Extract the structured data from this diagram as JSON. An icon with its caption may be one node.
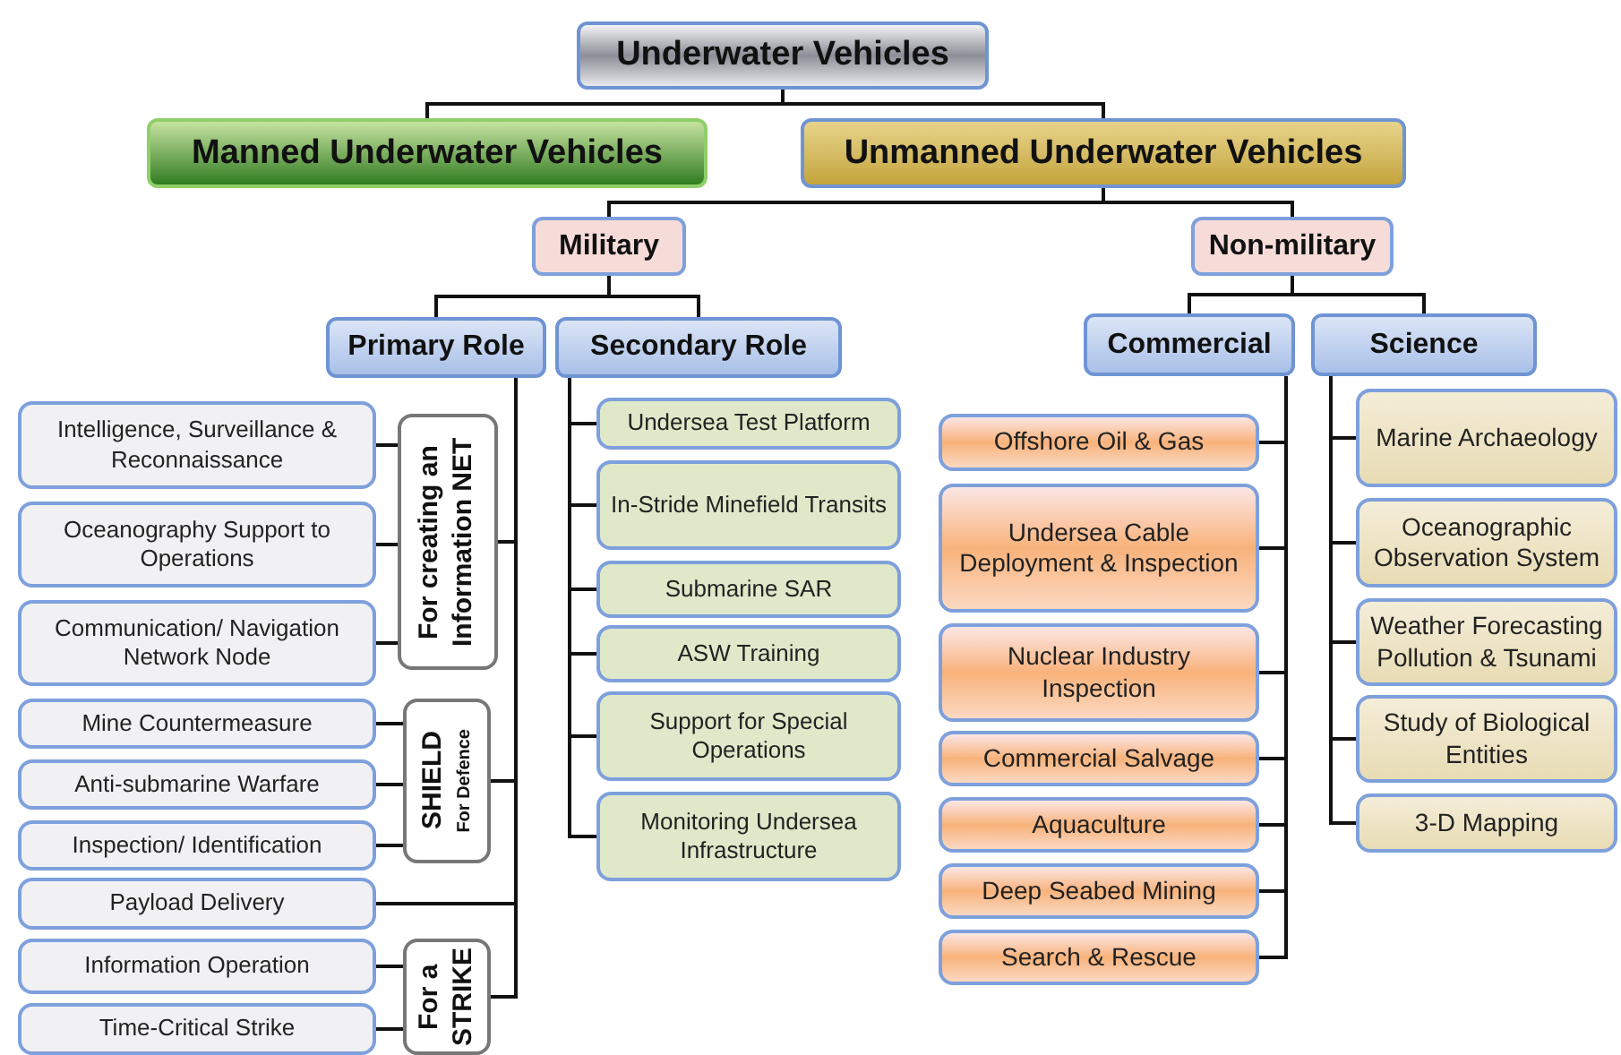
{
  "diagram": {
    "nodes": [
      {
        "text": [
          "Underwater Vehicles"
        ]
      },
      {
        "text": [
          "Manned Underwater Vehicles"
        ]
      },
      {
        "text": [
          "Unmanned Underwater Vehicles"
        ]
      },
      {
        "text": [
          "Military"
        ]
      },
      {
        "text": [
          "Non-military"
        ]
      },
      {
        "text": [
          "Primary Role"
        ]
      },
      {
        "text": [
          "Secondary Role"
        ]
      },
      {
        "text": [
          "Commercial"
        ]
      },
      {
        "text": [
          "Science"
        ]
      },
      {
        "text": [
          "Intelligence, Surveillance & Reconnaissance"
        ]
      },
      {
        "text": [
          "Oceanography Support to Operations"
        ]
      },
      {
        "text": [
          "Communication/ Navigation Network Node"
        ]
      },
      {
        "text": [
          "For creating an Information NET"
        ]
      },
      {
        "text": [
          "Mine Countermeasure"
        ]
      },
      {
        "text": [
          "Anti-submarine Warfare"
        ]
      },
      {
        "text": [
          "Inspection/ Identification"
        ]
      },
      {
        "text": [
          "For Defence",
          "SHIELD"
        ]
      },
      {
        "text": [
          "Payload Delivery"
        ]
      },
      {
        "text": [
          "Information Operation"
        ]
      },
      {
        "text": [
          "Time-Critical Strike"
        ]
      },
      {
        "text": [
          "For a STRIKE"
        ]
      },
      {
        "text": [
          "Undersea Test Platform"
        ]
      },
      {
        "text": [
          "In-Stride Minefield Transits"
        ]
      },
      {
        "text": [
          "Submarine SAR"
        ]
      },
      {
        "text": [
          "ASW Training"
        ]
      },
      {
        "text": [
          "Support for Special Operations"
        ]
      },
      {
        "text": [
          "Monitoring Undersea Infrastructure"
        ]
      },
      {
        "text": [
          "Offshore Oil & Gas"
        ]
      },
      {
        "text": [
          "Undersea Cable Deployment & Inspection"
        ]
      },
      {
        "text": [
          "Nuclear Industry Inspection"
        ]
      },
      {
        "text": [
          "Commercial Salvage"
        ]
      },
      {
        "text": [
          "Aquaculture"
        ]
      },
      {
        "text": [
          "Deep Seabed Mining"
        ]
      },
      {
        "text": [
          "Search & Rescue"
        ]
      },
      {
        "text": [
          "Marine Archaeology"
        ]
      },
      {
        "text": [
          "Oceanographic Observation System"
        ]
      },
      {
        "text": [
          "Weather Forecasting Pollution & Tsunami"
        ]
      },
      {
        "text": [
          "Study of Biological Entities"
        ]
      },
      {
        "text": [
          "3-D Mapping"
        ]
      }
    ],
    "edges": [
      {
        "from": 0,
        "to": 1,
        "arrow": "none"
      },
      {
        "from": 0,
        "to": 2,
        "arrow": "none"
      },
      {
        "from": 2,
        "to": 3,
        "arrow": "none"
      },
      {
        "from": 2,
        "to": 4,
        "arrow": "none"
      },
      {
        "from": 3,
        "to": 5,
        "arrow": "none"
      },
      {
        "from": 3,
        "to": 6,
        "arrow": "none"
      },
      {
        "from": 4,
        "to": 7,
        "arrow": "none"
      },
      {
        "from": 4,
        "to": 8,
        "arrow": "none"
      },
      {
        "from": 5,
        "to": 12,
        "arrow": "none"
      },
      {
        "from": 5,
        "to": 16,
        "arrow": "none"
      },
      {
        "from": 5,
        "to": 17,
        "arrow": "none"
      },
      {
        "from": 5,
        "to": 20,
        "arrow": "none"
      },
      {
        "from": 12,
        "to": 9,
        "arrow": "none"
      },
      {
        "from": 12,
        "to": 10,
        "arrow": "none"
      },
      {
        "from": 12,
        "to": 11,
        "arrow": "none"
      },
      {
        "from": 16,
        "to": 13,
        "arrow": "none"
      },
      {
        "from": 16,
        "to": 14,
        "arrow": "none"
      },
      {
        "from": 16,
        "to": 15,
        "arrow": "none"
      },
      {
        "from": 20,
        "to": 18,
        "arrow": "none"
      },
      {
        "from": 20,
        "to": 19,
        "arrow": "none"
      },
      {
        "from": 6,
        "to": 21,
        "arrow": "none"
      },
      {
        "from": 6,
        "to": 22,
        "arrow": "none"
      },
      {
        "from": 6,
        "to": 23,
        "arrow": "none"
      },
      {
        "from": 6,
        "to": 24,
        "arrow": "none"
      },
      {
        "from": 6,
        "to": 25,
        "arrow": "none"
      },
      {
        "from": 6,
        "to": 26,
        "arrow": "none"
      },
      {
        "from": 7,
        "to": 27,
        "arrow": "none"
      },
      {
        "from": 7,
        "to": 28,
        "arrow": "none"
      },
      {
        "from": 7,
        "to": 29,
        "arrow": "none"
      },
      {
        "from": 7,
        "to": 30,
        "arrow": "none"
      },
      {
        "from": 7,
        "to": 31,
        "arrow": "none"
      },
      {
        "from": 7,
        "to": 32,
        "arrow": "none"
      },
      {
        "from": 7,
        "to": 33,
        "arrow": "none"
      },
      {
        "from": 8,
        "to": 34,
        "arrow": "none"
      },
      {
        "from": 8,
        "to": 35,
        "arrow": "none"
      },
      {
        "from": 8,
        "to": 36,
        "arrow": "none"
      },
      {
        "from": 8,
        "to": 37,
        "arrow": "none"
      },
      {
        "from": 8,
        "to": 38,
        "arrow": "none"
      }
    ]
  }
}
